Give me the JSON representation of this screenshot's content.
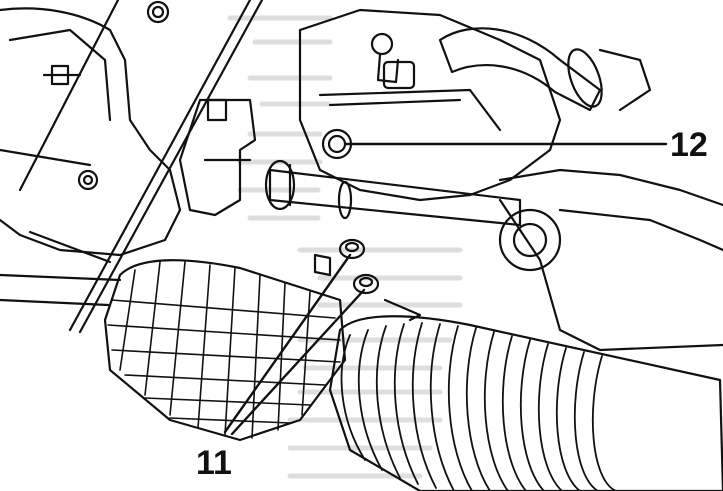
{
  "figure": {
    "colors": {
      "ink": "#111111",
      "paper": "#ffffff",
      "bleed_through": "#b9b9b9"
    },
    "callouts": [
      {
        "id": "12",
        "label": "12"
      },
      {
        "id": "11",
        "label": "11"
      }
    ]
  }
}
